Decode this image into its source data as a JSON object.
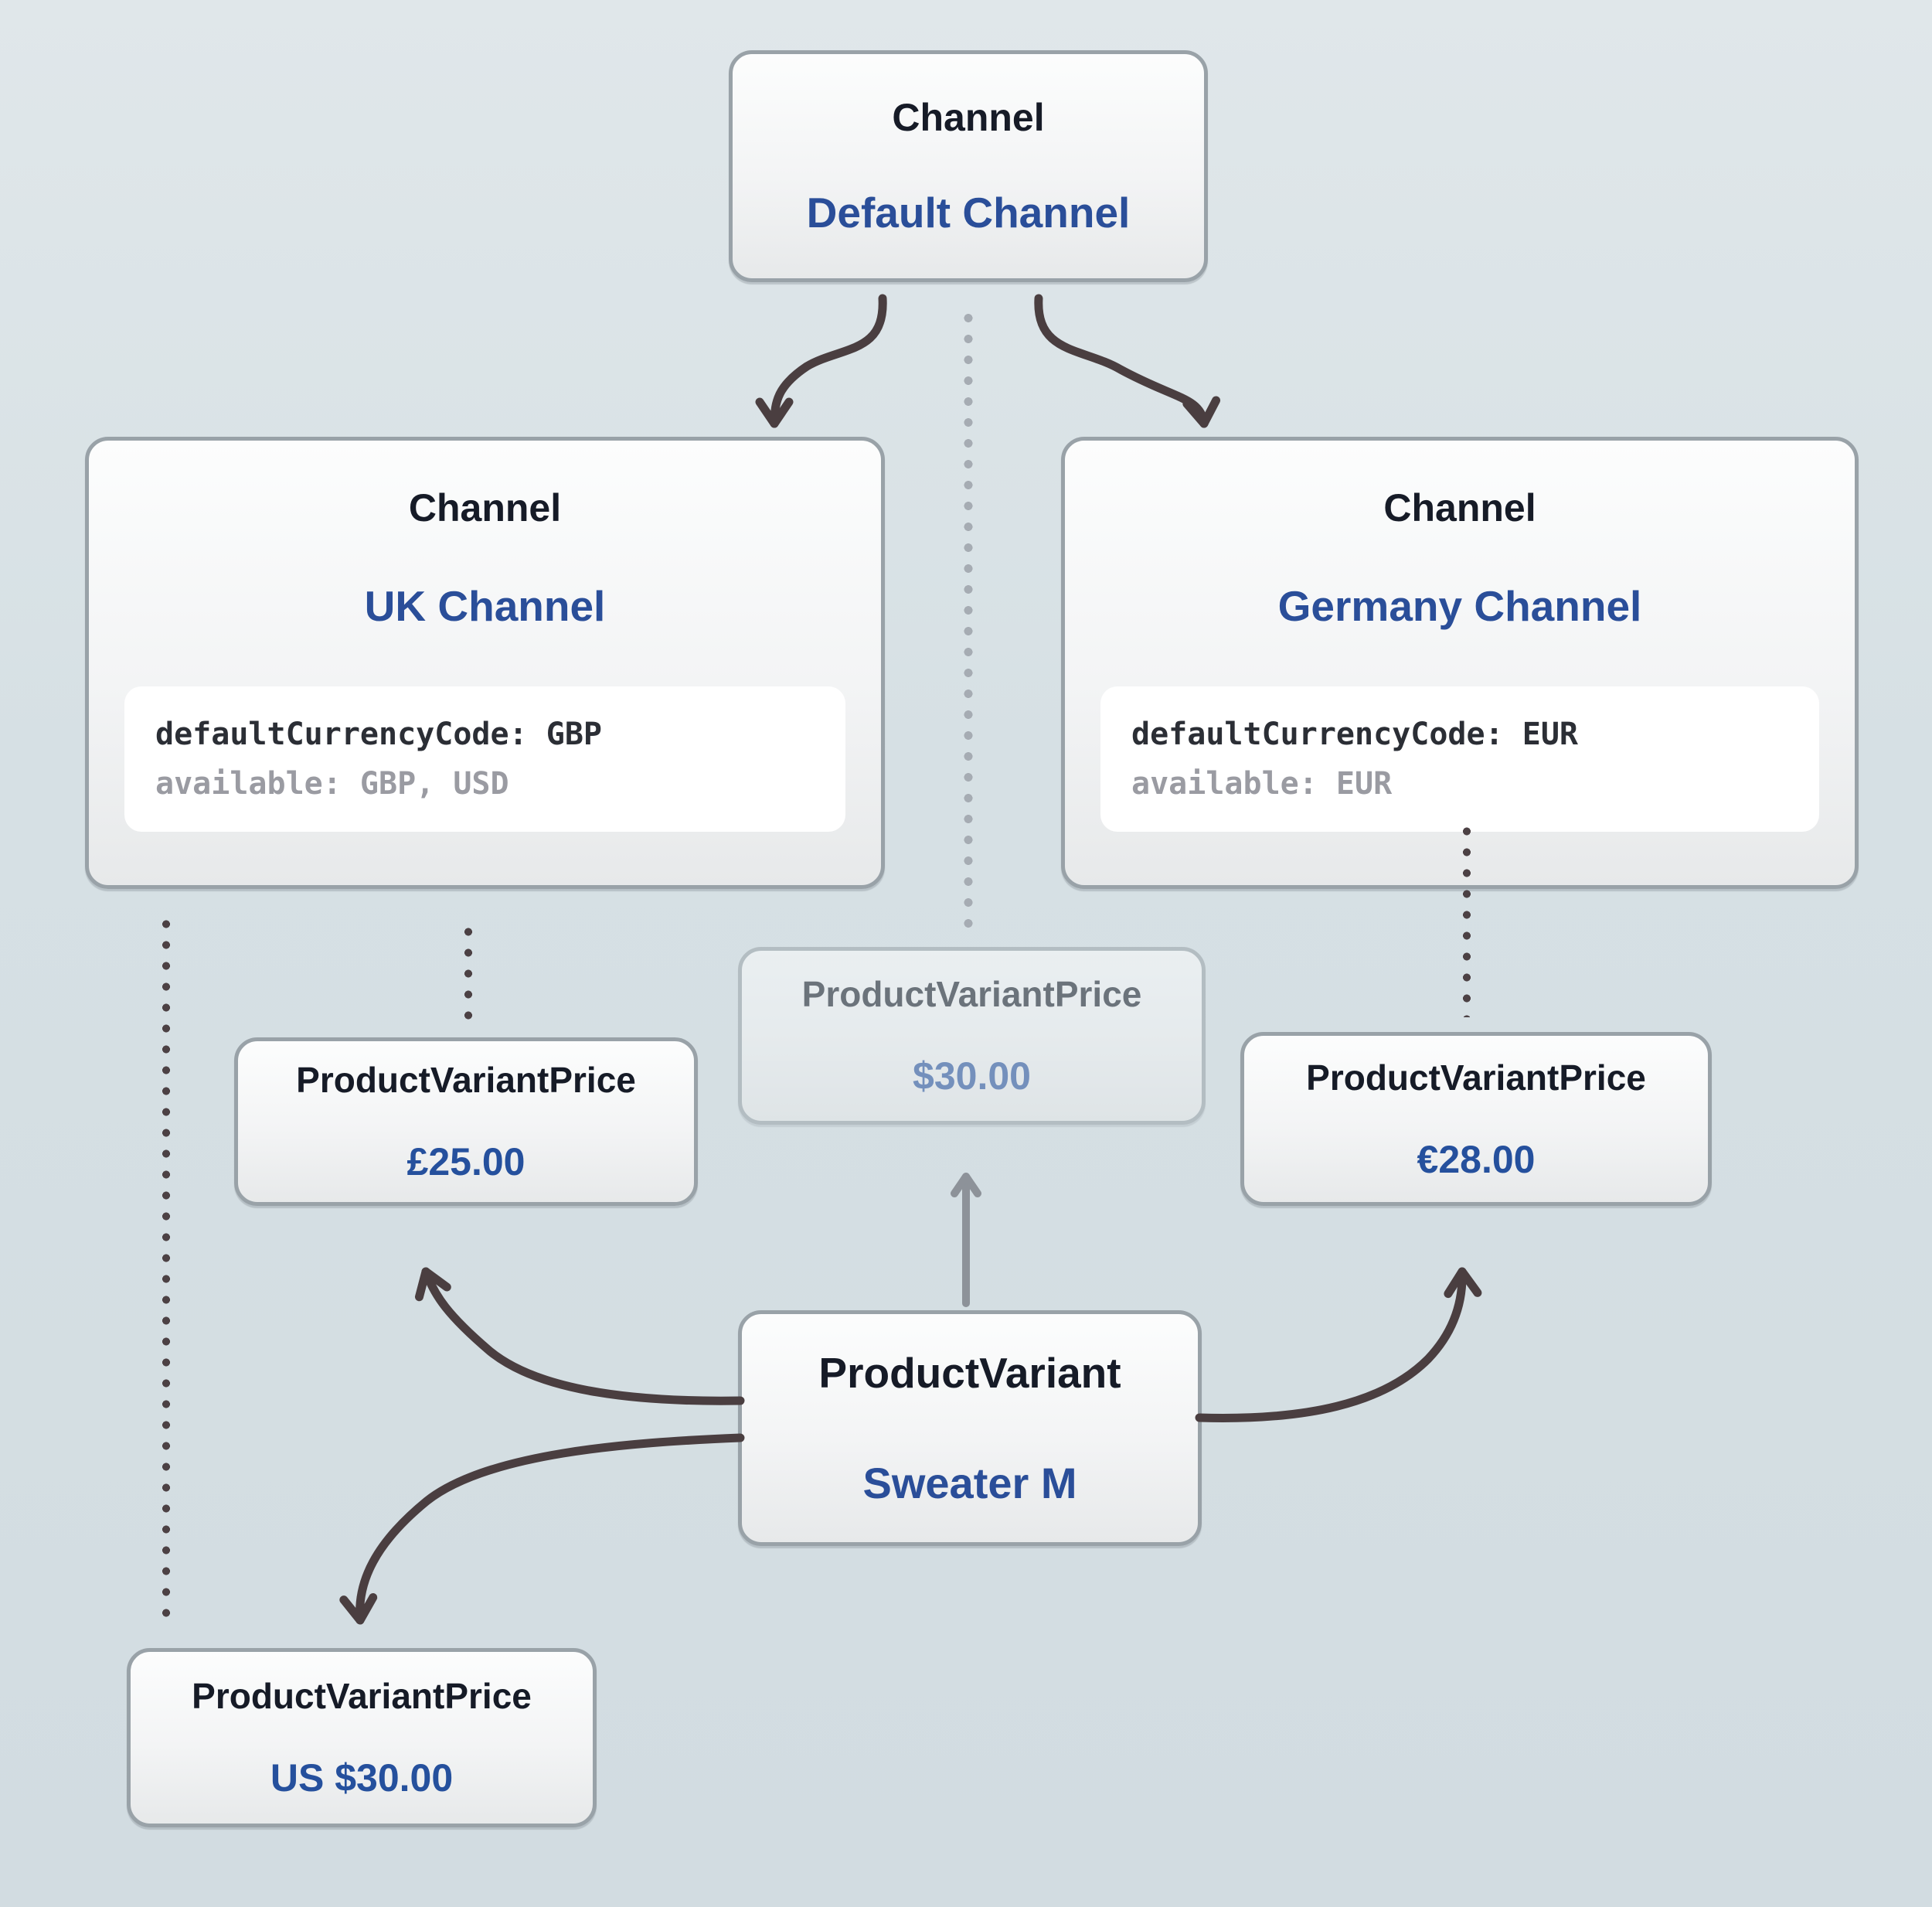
{
  "diagram": {
    "title": "Channel and ProductVariantPrice relationship diagram",
    "colors": {
      "background": "#d6dfe3",
      "node_border": "#99a2a8",
      "node_fill_top": "#fcfdfd",
      "node_fill_bottom": "#e7e9ea",
      "type_label_text": "#161b27",
      "entity_name_text": "#2a4e99",
      "price_value_text": "#25509d",
      "code_text_dark": "#2b2e35",
      "code_text_gray": "#9a9ba2",
      "dark_arrow": "#4a3e40",
      "gray_arrow": "#8d9299",
      "dark_dots": "#4c4144",
      "light_dots": "#a6acb3"
    },
    "nodes": {
      "default_channel": {
        "type_label": "Channel",
        "name": "Default Channel"
      },
      "uk_channel": {
        "type_label": "Channel",
        "name": "UK Channel",
        "code": {
          "line1_label": "defaultCurrencyCode:",
          "line1_value": "GBP",
          "line2_label": "available:",
          "line2_value": "GBP, USD"
        }
      },
      "germany_channel": {
        "type_label": "Channel",
        "name": "Germany Channel",
        "code": {
          "line1_label": "defaultCurrencyCode:",
          "line1_value": "EUR",
          "line2_label": "available:",
          "line2_value": "EUR"
        }
      },
      "price_default": {
        "type_label": "ProductVariantPrice",
        "value": "$30.00"
      },
      "price_uk": {
        "type_label": "ProductVariantPrice",
        "value": "£25.00"
      },
      "price_germany": {
        "type_label": "ProductVariantPrice",
        "value": "€28.00"
      },
      "price_us": {
        "type_label": "ProductVariantPrice",
        "value": "US $30.00"
      },
      "product_variant": {
        "type_label": "ProductVariant",
        "name": "Sweater M"
      }
    }
  }
}
